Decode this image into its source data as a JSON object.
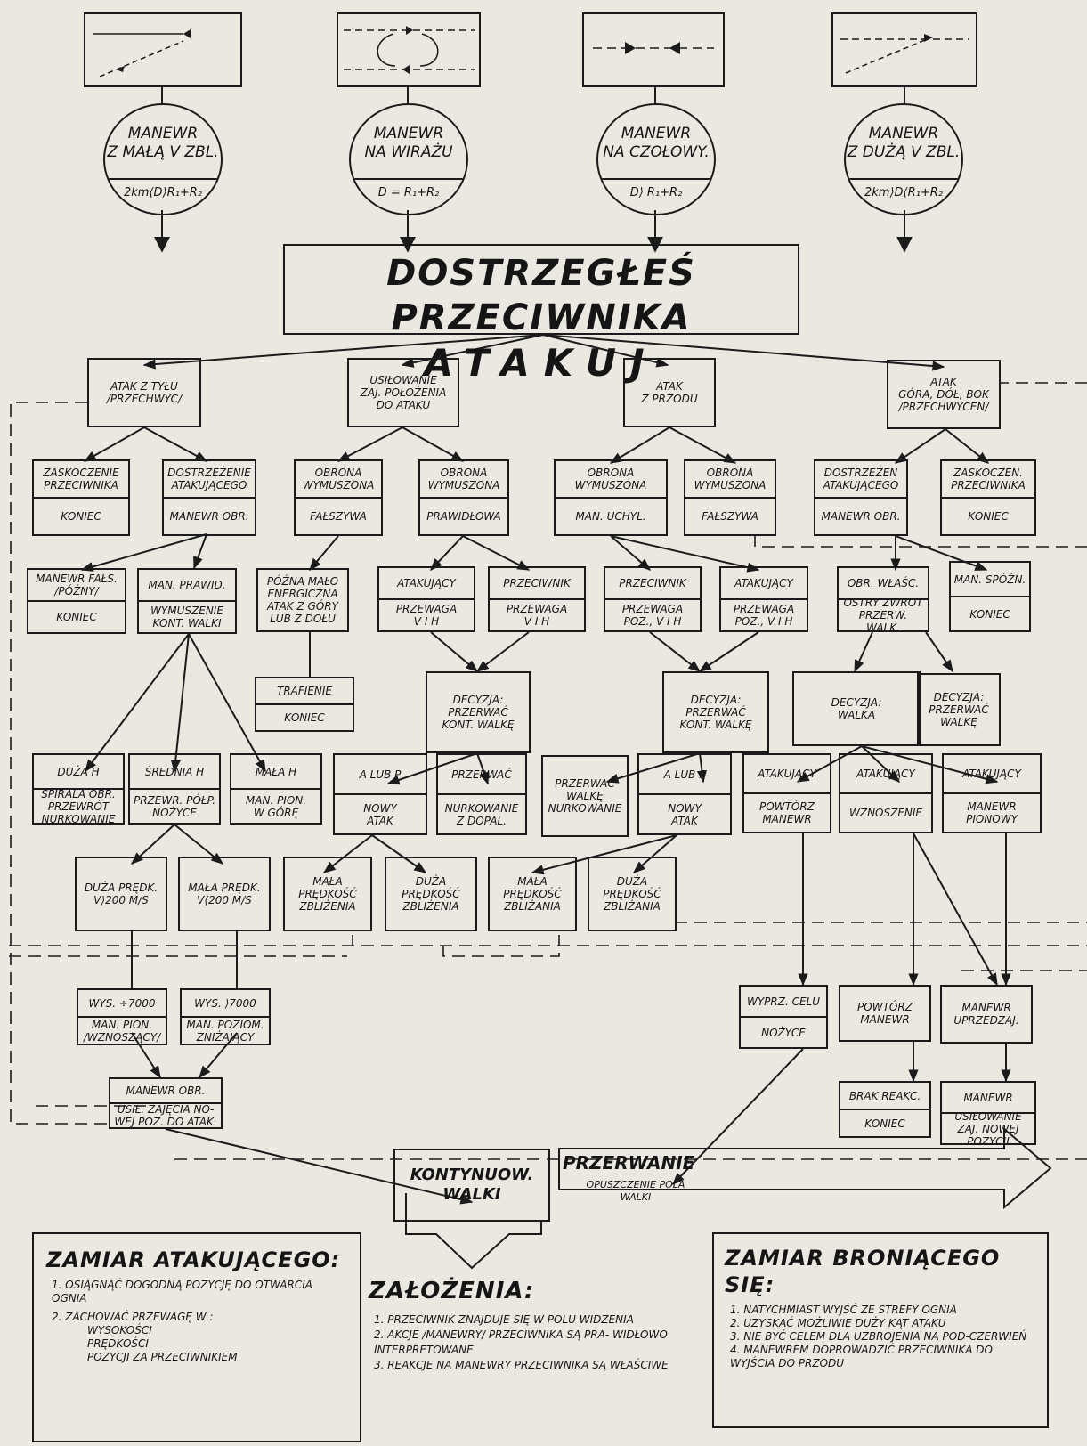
{
  "maneuvers": [
    {
      "title": "MANEWR\nZ MAŁĄ V ZBL.",
      "formula": "2km⟨D⟩R₁+R₂"
    },
    {
      "title": "MANEWR\nNA WIRAŻU",
      "formula": "D = R₁+R₂"
    },
    {
      "title": "MANEWR\nNA CZOŁOWY.",
      "formula": "D⟩ R₁+R₂"
    },
    {
      "title": "MANEWR\nZ DUŻĄ V ZBL.",
      "formula": "2km⟩D⟨R₁+R₂"
    }
  ],
  "main": {
    "line1": "DOSTRZEGŁEŚ  PRZECIWNIKA",
    "line2": "ATAKUJ"
  },
  "boxes": {
    "b_atak_tylu": [
      "ATAK Z TYŁU\n/PRZECHWYC/"
    ],
    "b_usilowanie": [
      "USIŁOWANIE\nZAJ. POŁOŻENIA\nDO ATAKU"
    ],
    "b_atak_przodu": [
      "ATAK\nZ PRZODU"
    ],
    "b_atak_gora": [
      "ATAK\nGÓRA, DÓŁ, BOK\n/PRZECHWYCEN/"
    ],
    "b_zask1": [
      "ZASKOCZENIE\nPRZECIWNIKA",
      "KONIEC"
    ],
    "b_dostrz1": [
      "DOSTRZEŻENIE\nATAKUJĄCEGO",
      "MANEWR OBR."
    ],
    "b_obr_falsz1": [
      "OBRONA\nWYMUSZONA",
      "FAŁSZYWA"
    ],
    "b_obr_praw": [
      "OBRONA\nWYMUSZONA",
      "PRAWIDŁOWA"
    ],
    "b_obr_uchyl": [
      "OBRONA\nWYMUSZONA",
      "MAN. UCHYL."
    ],
    "b_obr_falsz2": [
      "OBRONA\nWYMUSZONA",
      "FAŁSZYWA"
    ],
    "b_dostrz2": [
      "DOSTRZEŻEN\nATAKUJĄCEGO",
      "MANEWR OBR."
    ],
    "b_zask2": [
      "ZASKOCZEN.\nPRZECIWNIKA",
      "KONIEC"
    ],
    "b_falsz_pozny": [
      "MANEWR FAŁS.\n/PÓŹNY/",
      "KONIEC"
    ],
    "b_man_prawid": [
      "MAN. PRAWID.",
      "WYMUSZENIE\nKONT. WALKI"
    ],
    "b_pozna": [
      "PÓŹNA MAŁO\nENERGICZNA\nATAK Z GÓRY\nLUB Z DOŁU"
    ],
    "b_atak_vih1": [
      "ATAKUJĄCY",
      "PRZEWAGA\nV I H"
    ],
    "b_przec_vih1": [
      "PRZECIWNIK",
      "PRZEWAGA\nV I H"
    ],
    "b_przec_poz": [
      "PRZECIWNIK",
      "PRZEWAGA\nPOZ., V I H"
    ],
    "b_atak_poz": [
      "ATAKUJĄCY",
      "PRZEWAGA\nPOZ., V I H"
    ],
    "b_obr_wlasc": [
      "OBR. WŁAŚC.",
      "OSTRY ZWROT\nPRZERW. WALK."
    ],
    "b_man_spozn": [
      "MAN. SPÓŹN.",
      "KONIEC"
    ],
    "b_trafienie": [
      "TRAFIENIE",
      "KONIEC"
    ],
    "b_decyzja1": [
      "DECYZJA:\nPRZERWAĆ\nKONT. WALKĘ"
    ],
    "b_decyzja2": [
      "DECYZJA:\nPRZERWAĆ\nKONT. WALKĘ"
    ],
    "b_decyzja_walka": [
      "DECYZJA:\nWALKA"
    ],
    "b_decyzja_przerwac": [
      "DECYZJA:\nPRZERWAĆ\nWALKĘ"
    ],
    "b_duza_h": [
      "DUŻA  H",
      "SPIRALA OBR.\nPRZEWRÓT\nNURKOWANIE"
    ],
    "b_srednia_h": [
      "ŚREDNIA H",
      "PRZEWR. PÓŁP.\nNOŻYCE"
    ],
    "b_mala_h": [
      "MAŁA  H",
      "MAN. PION.\nW GÓRĘ"
    ],
    "b_alubp1": [
      "A LUB P",
      "NOWY\nATAK"
    ],
    "b_przerwac_nurk": [
      "PRZERWAĆ",
      "NURKOWANIE\nZ DOPAL."
    ],
    "b_przerwac_walke": [
      "PRZERWAĆ\nWALKĘ\nNURKOWANIE"
    ],
    "b_alubp2": [
      "A LUB P",
      "NOWY\nATAK"
    ],
    "b_atak_powtorz": [
      "ATAKUJĄCY",
      "POWTÓRZ\nMANEWR"
    ],
    "b_atak_wznosz": [
      "ATAKUJĄCY",
      "WZNOSZENIE"
    ],
    "b_atak_pion": [
      "ATAKUJĄCY",
      "MANEWR\nPIONOWY"
    ],
    "b_duza_predk": [
      "DUŻA PRĘDK.\nV⟩200 m/s"
    ],
    "b_mala_predk": [
      "MAŁA PRĘDK.\nV⟨200 m/s"
    ],
    "b_mala_zbliz1": [
      "MAŁA\nPRĘDKOŚĆ\nZBLIŻENIA"
    ],
    "b_duza_zbliz1": [
      "DUŻA\nPRĘDKOŚĆ\nZBLIŻENIA"
    ],
    "b_mala_zbliz2": [
      "MAŁA\nPRĘDKOŚĆ\nZBLIŻANIA"
    ],
    "b_duza_zbliz2": [
      "DUŻA\nPRĘDKOŚĆ\nZBLIŻANIA"
    ],
    "b_wys_7000a": [
      "WYS. ÷7000",
      "MAN. PION.\n/WZNOSZĄCY/"
    ],
    "b_wys_7000b": [
      "WYS. ⟩7000",
      "MAN. POZIOM.\nZNIŻAJĄCY"
    ],
    "b_wyprz": [
      "WYPRZ. CELU",
      "NOŻYCE"
    ],
    "b_powtorz": [
      "POWTÓRZ\nMANEWR"
    ],
    "b_manewr_uprz": [
      "MANEWR\nUPRZEDZAJ."
    ],
    "b_manewr_obr": [
      "MANEWR OBR.",
      "USIŁ. ZAJĘCIA NO-\nWEJ POZ. DO ATAK."
    ],
    "b_brak_reakc": [
      "BRAK REAKC.",
      "KONIEC"
    ],
    "b_manewr_usil": [
      "MANEWR",
      "USIŁOWANIE\nZAJ. NOWEJ\nPOZYCJI"
    ]
  },
  "outcomes": {
    "kontynuacja": "KONTYNUOW.\nWALKI",
    "przerwanie_title": "PRZERWANIE",
    "przerwanie_text": "OPUSZCZENIE POLA\nWALKI"
  },
  "zamiar_atakujacego": {
    "title": "ZAMIAR  ATAKUJĄCEGO:",
    "items": [
      "1. OSIĄGNĄĆ DOGODNĄ POZYCJĘ DO OTWARCIA OGNIA",
      "2. ZACHOWAĆ PRZEWAGĘ W :"
    ],
    "subitems": [
      "WYSOKOŚCI",
      "PRĘDKOŚCI",
      "POZYCJI ZA PRZECIWNIKIEM"
    ]
  },
  "zalozenia": {
    "title": "ZAŁOŻENIA:",
    "items": [
      "1. PRZECIWNIK  ZNAJDUJE SIĘ W POLU WIDZENIA",
      "2. AKCJE /MANEWRY/ PRZECIWNIKA SĄ PRA- WIDŁOWO  INTERPRETOWANE",
      "3. REAKCJE NA MANEWRY  PRZECIWNIKA SĄ WŁAŚCIWE"
    ]
  },
  "zamiar_broniacego": {
    "title": "ZAMIAR  BRONIĄCEGO SIĘ:",
    "items": [
      "1. NATYCHMIAST WYJŚĆ ZE STREFY OGNIA",
      "2. UZYSKAĆ MOŻLIWIE DUŻY KĄT ATAKU",
      "3. NIE BYĆ CELEM DLA UZBROJENIA NA POD-CZERWIEŃ",
      "4. MANEWREM DOPROWADZIĆ PRZECIWNIKA DO WYJŚCIA DO PRZODU"
    ]
  },
  "colors": {
    "ink": "#1b1b1b",
    "paper": "#ebe8e1"
  }
}
